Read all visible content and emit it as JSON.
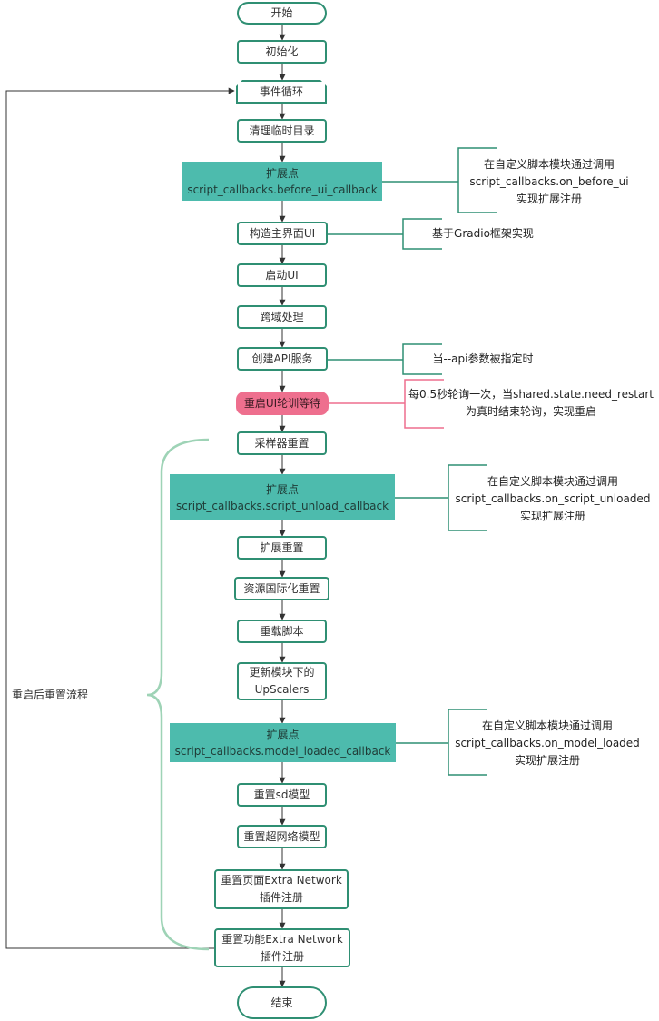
{
  "flow": {
    "start": "开始",
    "init": "初始化",
    "event_loop": "事件循环",
    "clean_tmp": "清理临时目录",
    "ext1_title": "扩展点",
    "ext1_callback": "script_callbacks.before_ui_callback",
    "build_ui": "构造主界面UI",
    "launch_ui": "启动UI",
    "cors": "跨域处理",
    "create_api": "创建API服务",
    "restart_wait": "重启UI轮训等待",
    "sampler_reset": "采样器重置",
    "ext2_title": "扩展点",
    "ext2_callback": "script_callbacks.script_unload_callback",
    "ext_reset": "扩展重置",
    "i18n_reset": "资源国际化重置",
    "reload_scripts": "重载脚本",
    "upscalers_line1": "更新模块下的",
    "upscalers_line2": "UpScalers",
    "ext3_title": "扩展点",
    "ext3_callback": "script_callbacks.model_loaded_callback",
    "reset_sd": "重置sd模型",
    "reset_hypernet": "重置超网络模型",
    "page_extra_line1": "重置页面Extra Network",
    "page_extra_line2": "插件注册",
    "func_extra_line1": "重置功能Extra Network",
    "func_extra_line2": "插件注册",
    "end": "结束"
  },
  "notes": {
    "before_ui_line1": "在自定义脚本模块通过调用",
    "before_ui_line2": "script_callbacks.on_before_ui",
    "before_ui_line3": "实现扩展注册",
    "gradio": "基于Gradio框架实现",
    "api_flag": "当--api参数被指定时",
    "restart_line1": "每0.5秒轮询一次，当shared.state.need_restart",
    "restart_line2": "为真时结束轮询，实现重启",
    "unload_line1": "在自定义脚本模块通过调用",
    "unload_line2": "script_callbacks.on_script_unloaded",
    "unload_line3": "实现扩展注册",
    "model_line1": "在自定义脚本模块通过调用",
    "model_line2": "script_callbacks.on_model_loaded",
    "model_line3": "实现扩展注册"
  },
  "labels": {
    "restart_flow": "重启后重置流程"
  },
  "colors": {
    "node_border": "#2f8f73",
    "extension_fill": "#4dbbad",
    "restart_fill": "#ee6f8e",
    "brace": "#9ed3b6",
    "loop_line": "#333333"
  }
}
